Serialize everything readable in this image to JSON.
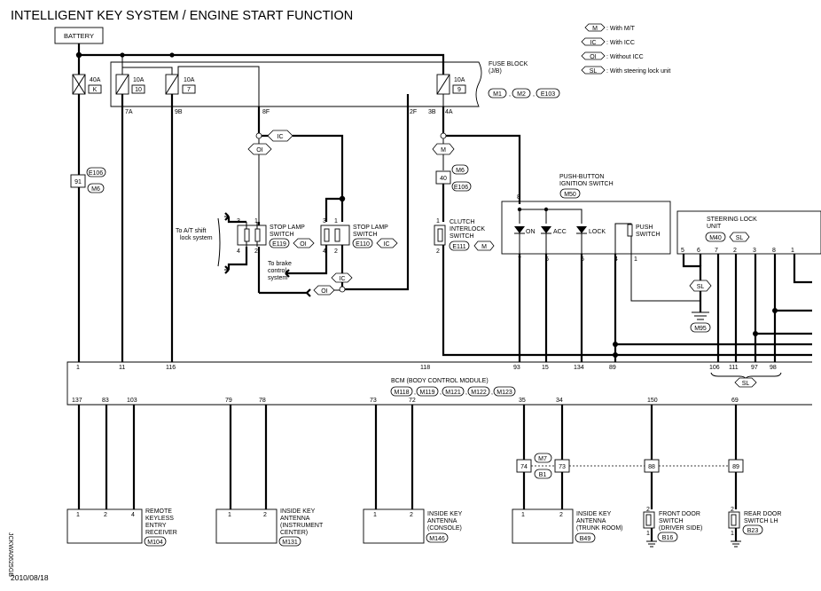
{
  "title": "INTELLIGENT KEY SYSTEM / ENGINE START FUNCTION",
  "battery": "BATTERY",
  "legend": [
    {
      "tag": "M",
      "desc": ": With M/T"
    },
    {
      "tag": "IC",
      "desc": ": With ICC"
    },
    {
      "tag": "OI",
      "desc": ": Without ICC"
    },
    {
      "tag": "SL",
      "desc": ": With steering lock unit"
    }
  ],
  "fuse_block": {
    "name": "FUSE BLOCK",
    "sub": "(J/B)",
    "connectors": [
      "M1",
      "M2",
      "E103"
    ]
  },
  "fuses": [
    {
      "amp": "40A",
      "num": "K"
    },
    {
      "amp": "10A",
      "num": "10"
    },
    {
      "amp": "10A",
      "num": "7"
    },
    {
      "amp": "10A",
      "num": "9"
    }
  ],
  "fuse_pins": [
    "7A",
    "9B",
    "8F",
    "2F",
    "3B",
    "4A"
  ],
  "e106_connector": {
    "top": "E106",
    "pin": "91",
    "bottom": "M6"
  },
  "m6_connector": {
    "top": "M6",
    "pin": "40",
    "bottom": "E106"
  },
  "tags": {
    "ic": "IC",
    "oi": "OI",
    "m": "M",
    "sl": "SL"
  },
  "stop_lamp_oi": {
    "name": "STOP LAMP",
    "name2": "SWITCH",
    "conn": "E119",
    "tag": "OI",
    "pins": [
      "3",
      "1",
      "4",
      "2"
    ]
  },
  "stop_lamp_ic": {
    "name": "STOP LAMP",
    "name2": "SWITCH",
    "conn": "E110",
    "tag": "IC",
    "pins": [
      "3",
      "1",
      "4",
      "2"
    ]
  },
  "at_note": [
    "To A/T shift",
    "lock system"
  ],
  "brake_note": [
    "To brake",
    "control",
    "system"
  ],
  "clutch": {
    "name": [
      "CLUTCH",
      "INTERLOCK",
      "SWITCH"
    ],
    "conn": "E111",
    "tag": "M",
    "pins": [
      "1",
      "2"
    ]
  },
  "ignition": {
    "name": [
      "PUSH-BUTTON",
      "IGNITION SWITCH"
    ],
    "conn": "M50",
    "top_pin": "8",
    "leds": [
      "ON",
      "ACC",
      "LOCK"
    ],
    "push": [
      "PUSH",
      "SWITCH"
    ],
    "pins": [
      "7",
      "6",
      "5",
      "4",
      "1"
    ]
  },
  "steering": {
    "name": [
      "STEERING LOCK",
      "UNIT"
    ],
    "conn": "M40",
    "tag": "SL",
    "pins": [
      "5",
      "6",
      "7",
      "2",
      "3",
      "8",
      "1"
    ],
    "ground": "M95"
  },
  "bcm": {
    "name": "BCM (BODY CONTROL MODULE)",
    "connectors": [
      "M118",
      "M119",
      "M121",
      "M122",
      "M123"
    ],
    "top_pins": [
      "1",
      "11",
      "116",
      "118",
      "93",
      "15",
      "134",
      "89",
      "106",
      "111",
      "97",
      "98"
    ],
    "bottom_pins": [
      "137",
      "83",
      "103",
      "79",
      "78",
      "73",
      "72",
      "35",
      "34",
      "150",
      "69"
    ],
    "sl_tag": "SL"
  },
  "joint": {
    "top": "M7",
    "bottom": "B1",
    "left": "74",
    "right": "73",
    "c88": "88",
    "c89": "89"
  },
  "components": [
    {
      "name": [
        "REMOTE",
        "KEYLESS",
        "ENTRY",
        "RECEIVER"
      ],
      "conn": "M104",
      "pins": [
        "1",
        "2",
        "4"
      ]
    },
    {
      "name": [
        "INSIDE KEY",
        "ANTENNA",
        "(INSTRUMENT",
        "CENTER)"
      ],
      "conn": "M131",
      "pins": [
        "1",
        "2"
      ]
    },
    {
      "name": [
        "INSIDE KEY",
        "ANTENNA",
        "(CONSOLE)"
      ],
      "conn": "M146",
      "pins": [
        "1",
        "2"
      ]
    },
    {
      "name": [
        "INSIDE KEY",
        "ANTENNA",
        "(TRUNK ROOM)"
      ],
      "conn": "B49",
      "pins": [
        "1",
        "2"
      ]
    },
    {
      "name": [
        "FRONT DOOR",
        "SWITCH",
        "(DRIVER SIDE)"
      ],
      "conn": "B16",
      "pins": [
        "2",
        "1"
      ]
    },
    {
      "name": [
        "REAR DOOR",
        "SWITCH LH"
      ],
      "conn": "B23",
      "pins": [
        "2",
        "1"
      ]
    }
  ],
  "date": "2010/08/18",
  "side_code": "JCKWA0625GB"
}
